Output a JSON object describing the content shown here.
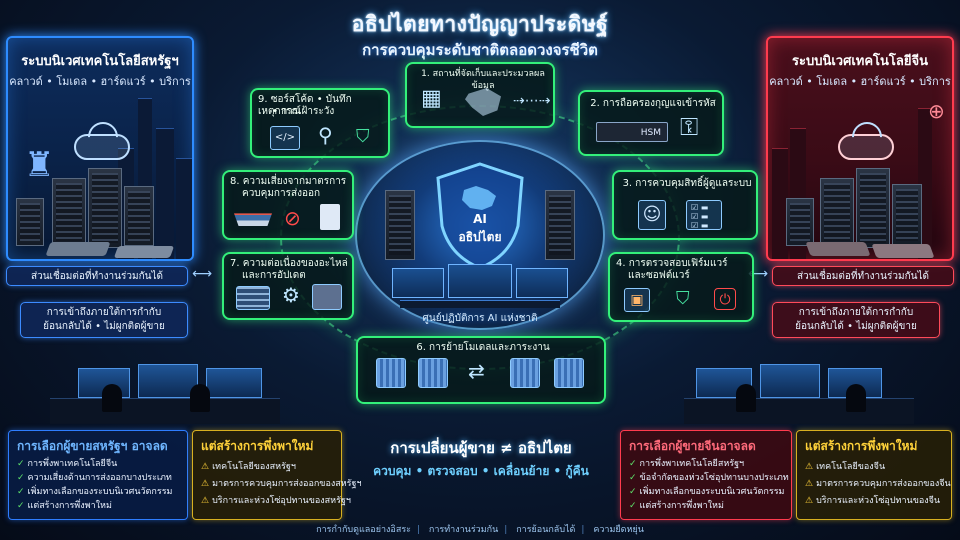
{
  "header": {
    "title": "อธิปไตยทางปัญญาประดิษฐ์",
    "subtitle": "การควบคุมระดับชาติตลอดวงจรชีวิต"
  },
  "usa_panel": {
    "title": "ระบบนิเวศเทคโนโลยีสหรัฐฯ",
    "subtitle": "คลาวด์ • โมเดล • ฮาร์ดแวร์ • บริการ",
    "box1": "ส่วนเชื่อมต่อที่ทำงานร่วมกันได้",
    "box2_line1": "การเข้าถึงภายใต้การกำกับ",
    "box2_line2": "ย้อนกลับได้ • ไม่ผูกติดผู้ขาย"
  },
  "china_panel": {
    "title": "ระบบนิเวศเทคโนโลยีจีน",
    "subtitle": "คลาวด์ • โมเดล • ฮาร์ดแวร์ • บริการ",
    "box1": "ส่วนเชื่อมต่อที่ทำงานร่วมกันได้",
    "box2_line1": "การเข้าถึงภายใต้การกำกับ",
    "box2_line2": "ย้อนกลับได้ • ไม่ผูกติดผู้ขาย"
  },
  "center": {
    "shield_line1": "AI",
    "shield_line2": "อธิปไตย",
    "ops_label": "ศูนย์ปฏิบัติการ AI แห่งชาติ"
  },
  "steps": {
    "s1": "1. สถานที่จัดเก็บและประมวลผลข้อมูล",
    "s2": "2. การถือครองกุญแจเข้ารหัส",
    "s2_hsm": "HSM",
    "s3": "3. การควบคุมสิทธิ์ผู้ดูแลระบบ",
    "s4_line1": "4. การตรวจสอบเฟิร์มแวร์",
    "s4_line2": "และซอฟต์แวร์",
    "s6": "6. การย้ายโมเดลและภาระงาน",
    "s7_line1": "7. ความต่อเนื่องของอะไหล่",
    "s7_line2": "และการอัปเดต",
    "s8_line1": "8. ความเสี่ยงจากมาตรการ",
    "s8_line2": "ควบคุมการส่งออก",
    "s9_line1": "9. ซอร์สโค้ด • บันทึกเหตุการณ์",
    "s9_line2": "• การเฝ้าระวัง"
  },
  "icons": {
    "code": "code-icon",
    "search": "search-icon",
    "shield": "shield-check-icon",
    "building": "building-icon",
    "map": "map-icon",
    "network": "network-icon",
    "key": "key-icon",
    "user": "user-icon",
    "checklist": "checklist-icon",
    "chip": "chip-icon",
    "power": "power-icon",
    "ship": "ship-icon",
    "ban": "ban-icon",
    "document": "document-icon",
    "gear": "gear-icon",
    "container": "container-icon",
    "swap": "swap-arrows-icon"
  },
  "bottom": {
    "usa_choice": {
      "title": "การเลือกผู้ขายสหรัฐฯ อาจลด",
      "items": [
        "การพึ่งพาเทคโนโลยีจีน",
        "ความเสี่ยงด้านการส่งออกบางประเภท",
        "เพิ่มทางเลือกของระบบนิเวศนวัตกรรม",
        "แต่สร้างการพึ่งพาใหม่"
      ]
    },
    "usa_dependency": {
      "title": "แต่สร้างการพึ่งพาใหม่",
      "items": [
        "เทคโนโลยีของสหรัฐฯ",
        "มาตรการควบคุมการส่งออกของสหรัฐฯ",
        "บริการและห่วงโซ่อุปทานของสหรัฐฯ"
      ]
    },
    "switch": {
      "title": "การเปลี่ยนผู้ขาย ≠ อธิปไตย",
      "subtitle": "ควบคุม • ตรวจสอบ • เคลื่อนย้าย • กู้คืน"
    },
    "china_choice": {
      "title": "การเลือกผู้ขายจีนอาจลด",
      "items": [
        "การพึ่งพาเทคโนโลยีสหรัฐฯ",
        "ข้อจำกัดของห่วงโซ่อุปทานบางประเภท",
        "เพิ่มทางเลือกของระบบนิเวศนวัตกรรม",
        "แต่สร้างการพึ่งพาใหม่"
      ]
    },
    "china_dependency": {
      "title": "แต่สร้างการพึ่งพาใหม่",
      "items": [
        "เทคโนโลยีของจีน",
        "มาตรการควบคุมการส่งออกของจีน",
        "บริการและห่วงโซ่อุปทานของจีน"
      ]
    }
  },
  "footer": [
    "การกำกับดูแลอย่างอิสระ",
    "การทำงานร่วมกัน",
    "การย้อนกลับได้",
    "ความยืดหยุ่น"
  ],
  "colors": {
    "usa": "#2e8cff",
    "china": "#ff3b4e",
    "steps": "#33f07a",
    "dependency": "#d8b020"
  }
}
